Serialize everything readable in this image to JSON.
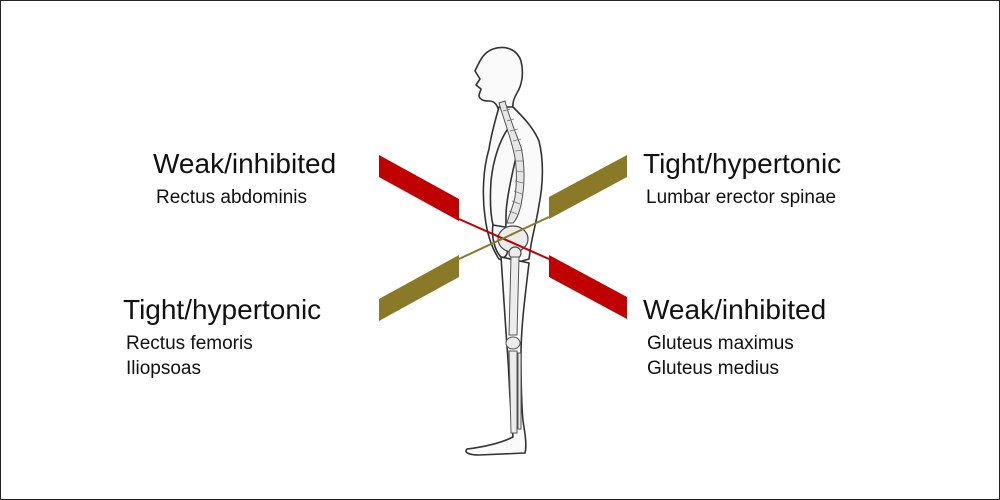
{
  "colors": {
    "weak": "#c00000",
    "tight": "#8a7a28",
    "outline": "#333333"
  },
  "labels": {
    "top_left": {
      "heading": "Weak/inhibited",
      "muscles": [
        "Rectus abdominis"
      ]
    },
    "top_right": {
      "heading": "Tight/hypertonic",
      "muscles": [
        "Lumbar erector spinae"
      ]
    },
    "bottom_left": {
      "heading": "Tight/hypertonic",
      "muscles": [
        "Rectus femoris",
        "Iliopsoas"
      ]
    },
    "bottom_right": {
      "heading": "Weak/inhibited",
      "muscles": [
        "Gluteus maximus",
        "Gluteus medius"
      ]
    }
  }
}
